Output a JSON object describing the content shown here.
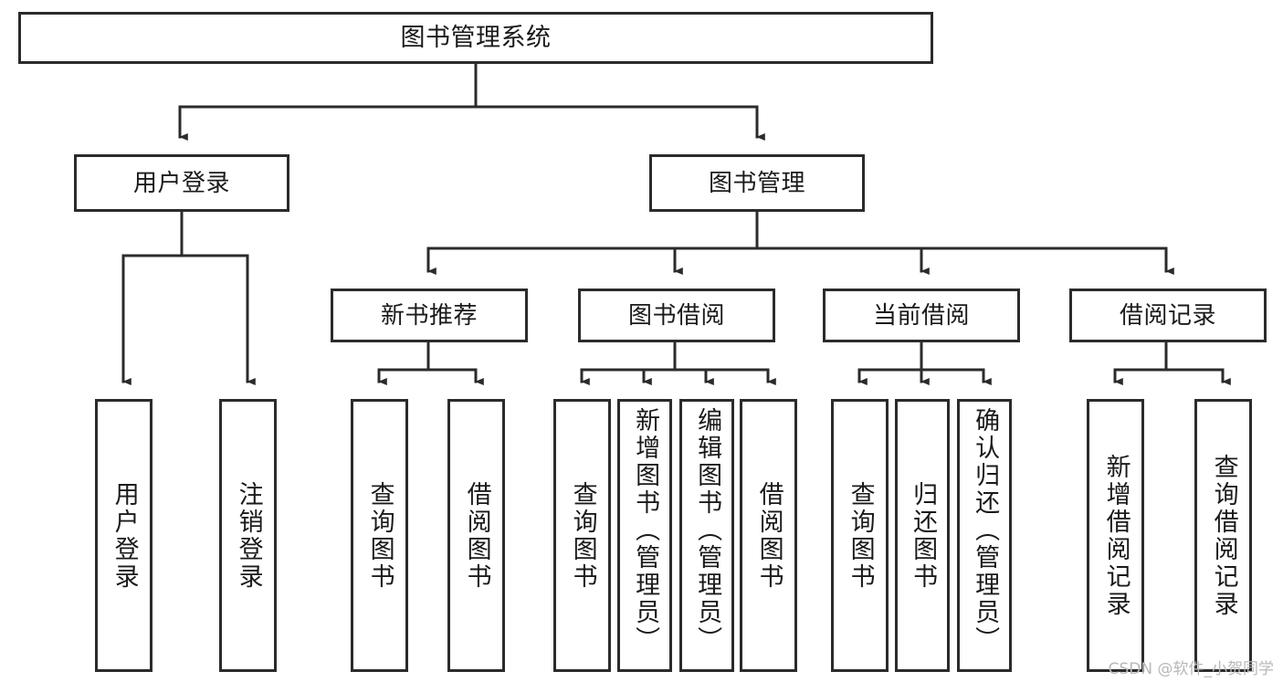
{
  "diagram": {
    "type": "tree-hierarchy",
    "title": "图书管理系统",
    "watermark": "CSDN @软件_小贺同学",
    "colors": {
      "stroke": "#2b2b2b",
      "fill": "#ffffff",
      "text": "#1a1a1a",
      "watermark": "#b8b8b8"
    },
    "levels": {
      "root": {
        "label": "图书管理系统"
      },
      "level2": [
        {
          "id": "user-login",
          "label": "用户登录"
        },
        {
          "id": "book-manage",
          "label": "图书管理"
        }
      ],
      "level3": [
        {
          "id": "new-book-rec",
          "label": "新书推荐",
          "parent": "book-manage"
        },
        {
          "id": "book-borrow",
          "label": "图书借阅",
          "parent": "book-manage"
        },
        {
          "id": "current-borrow",
          "label": "当前借阅",
          "parent": "book-manage"
        },
        {
          "id": "borrow-record",
          "label": "借阅记录",
          "parent": "book-manage"
        }
      ],
      "leaves": [
        {
          "id": "leaf-user-login",
          "label": "用户登录",
          "parent": "user-login"
        },
        {
          "id": "leaf-logout",
          "label": "注销登录",
          "parent": "user-login"
        },
        {
          "id": "leaf-query-book-1",
          "label": "查询图书",
          "parent": "new-book-rec"
        },
        {
          "id": "leaf-borrow-book-1",
          "label": "借阅图书",
          "parent": "new-book-rec"
        },
        {
          "id": "leaf-query-book-2",
          "label": "查询图书",
          "parent": "book-borrow"
        },
        {
          "id": "leaf-add-book",
          "label": "新增图书（管理员）",
          "parent": "book-borrow"
        },
        {
          "id": "leaf-edit-book",
          "label": "编辑图书（管理员）",
          "parent": "book-borrow"
        },
        {
          "id": "leaf-borrow-book-2",
          "label": "借阅图书",
          "parent": "book-borrow"
        },
        {
          "id": "leaf-query-book-3",
          "label": "查询图书",
          "parent": "current-borrow"
        },
        {
          "id": "leaf-return-book",
          "label": "归还图书",
          "parent": "current-borrow"
        },
        {
          "id": "leaf-confirm-return",
          "label": "确认归还（管理员）",
          "parent": "current-borrow"
        },
        {
          "id": "leaf-add-record",
          "label": "新增借阅记录",
          "parent": "borrow-record"
        },
        {
          "id": "leaf-query-record",
          "label": "查询借阅记录",
          "parent": "borrow-record"
        }
      ]
    }
  }
}
